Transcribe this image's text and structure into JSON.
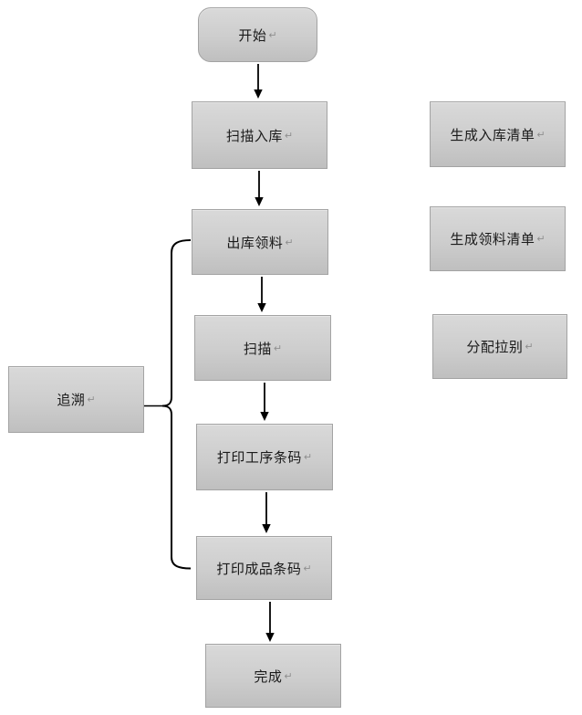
{
  "diagram": {
    "type": "flowchart",
    "marks": {
      "return_symbol": "↵"
    },
    "colors": {
      "node_fill_top": "#d9d9d9",
      "node_fill_bottom": "#bfbfbf",
      "node_border": "#a3a3a3",
      "connector": "#000000",
      "label_text": "#1a1a1a",
      "return_mark": "#8f8f8f",
      "page_bg": "#ffffff"
    },
    "main_flow": [
      {
        "label": "开始",
        "shape": "rounded"
      },
      {
        "label": "扫描入库",
        "shape": "rect"
      },
      {
        "label": "出库领料",
        "shape": "rect"
      },
      {
        "label": "扫描",
        "shape": "rect"
      },
      {
        "label": "打印工序条码",
        "shape": "rect"
      },
      {
        "label": "打印成品条码",
        "shape": "rect"
      },
      {
        "label": "完成",
        "shape": "rect"
      }
    ],
    "side_outputs": [
      {
        "label": "生成入库清单"
      },
      {
        "label": "生成领料清单"
      },
      {
        "label": "分配拉别"
      }
    ],
    "trace_annotation": {
      "label": "追溯",
      "brace_from": "出库领料",
      "brace_to": "打印成品条码"
    }
  }
}
